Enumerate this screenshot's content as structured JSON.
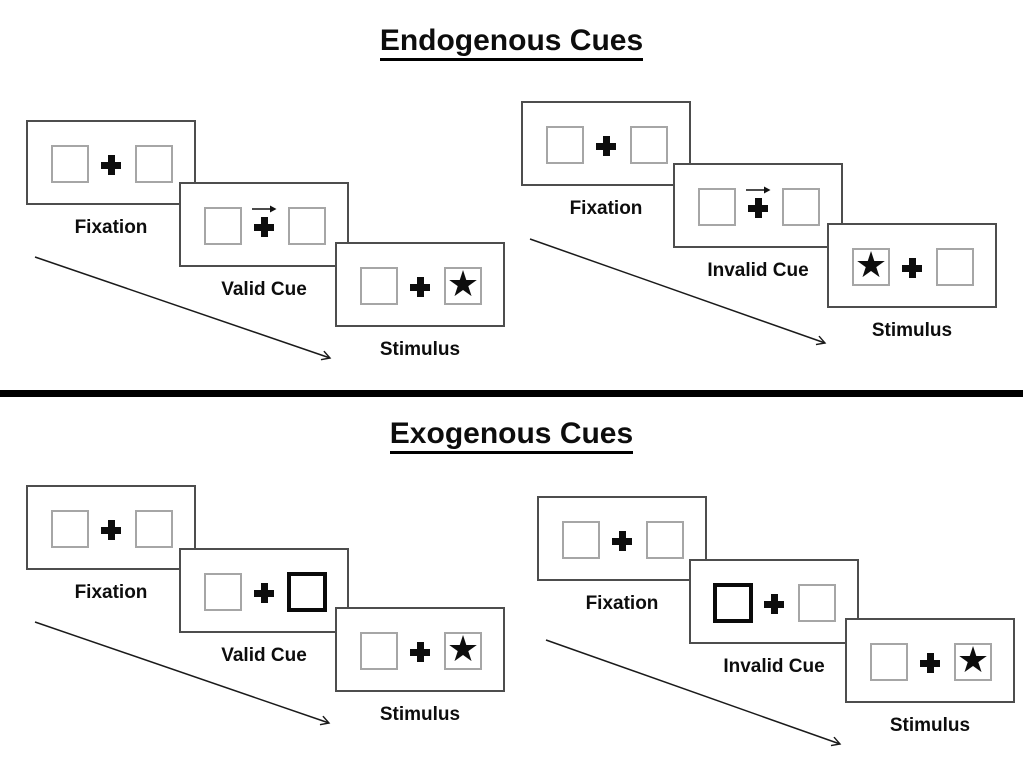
{
  "page": {
    "background": "#ffffff",
    "divider_color": "#000000"
  },
  "colors": {
    "panel_border": "#4d4d4d",
    "placeholder_box_border": "#a6a6a6",
    "cue_highlight_border": "#000000",
    "ink": "#000000"
  },
  "icons": {
    "star_glyph": "★",
    "fixation_cross_glyph": "+",
    "cue_arrow_direction": "right"
  },
  "sections": [
    {
      "title": "Endogenous Cues",
      "groups": [
        {
          "name": "valid-trial",
          "panels": [
            {
              "label": "Fixation",
              "cue": null,
              "stimulus_side": null
            },
            {
              "label": "Valid Cue",
              "cue": "central-arrow-right",
              "stimulus_side": null
            },
            {
              "label": "Stimulus",
              "cue": null,
              "stimulus_side": "right"
            }
          ]
        },
        {
          "name": "invalid-trial",
          "panels": [
            {
              "label": "Fixation",
              "cue": null,
              "stimulus_side": null
            },
            {
              "label": "Invalid Cue",
              "cue": "central-arrow-right",
              "stimulus_side": null
            },
            {
              "label": "Stimulus",
              "cue": null,
              "stimulus_side": "left"
            }
          ]
        }
      ]
    },
    {
      "title": "Exogenous Cues",
      "groups": [
        {
          "name": "valid-trial",
          "panels": [
            {
              "label": "Fixation",
              "cue": null,
              "stimulus_side": null
            },
            {
              "label": "Valid Cue",
              "cue": "peripheral-highlight-right",
              "stimulus_side": null
            },
            {
              "label": "Stimulus",
              "cue": null,
              "stimulus_side": "right"
            }
          ]
        },
        {
          "name": "invalid-trial",
          "panels": [
            {
              "label": "Fixation",
              "cue": null,
              "stimulus_side": null
            },
            {
              "label": "Invalid Cue",
              "cue": "peripheral-highlight-left",
              "stimulus_side": null
            },
            {
              "label": "Stimulus",
              "cue": null,
              "stimulus_side": "right"
            }
          ]
        }
      ]
    }
  ]
}
